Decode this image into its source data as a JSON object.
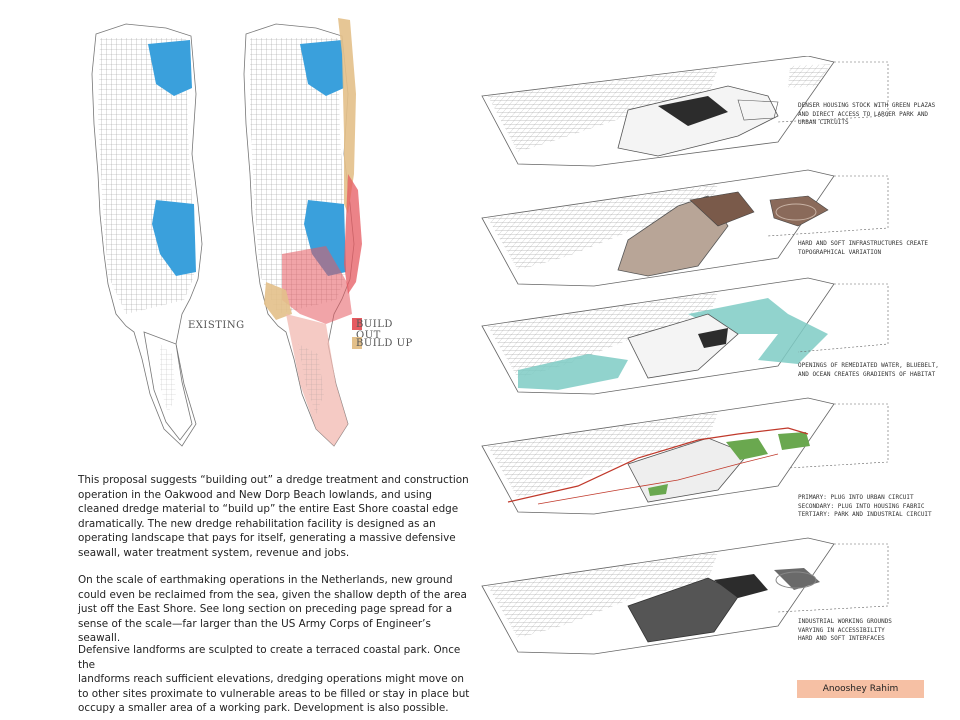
{
  "maps": {
    "existing_label": "EXISTING",
    "legend": [
      {
        "label": "BUILD OUT",
        "color": "#e65a60"
      },
      {
        "label": "BUILD UP",
        "color": "#e3c08a"
      }
    ],
    "colors": {
      "water": "#3aa0dc",
      "fabric": "#9a9a9a",
      "outline": "#777777"
    }
  },
  "body": {
    "paragraphs": [
      [
        "This proposal suggests “building out” a dredge treatment and construction",
        "operation in the Oakwood and New Dorp Beach lowlands, and using",
        "cleaned dredge material to “build up” the entire East Shore coastal edge",
        "dramatically. The new dredge rehabilitation facility is designed as an",
        "operating landscape that pays for itself, generating a massive defensive",
        "seawall, water treatment system, revenue and jobs."
      ],
      [
        "On the scale of earthmaking operations in the Netherlands, new ground",
        "could even be reclaimed from the sea, given the shallow depth of the area",
        "just off the East Shore. See long section on preceding page spread for a",
        "sense of the scale—far larger than the US Army Corps of Engineer’s seawall."
      ],
      [
        "Defensive landforms are sculpted to create a terraced coastal park. Once the",
        "landforms reach sufficient elevations, dredging operations might move on",
        "to other sites proximate to vulnerable areas to be filled or stay in place but",
        "occupy a smaller area of a working park. Development is also possible."
      ]
    ]
  },
  "layers": [
    {
      "label": "DENSER HOUSING STOCK WITH GREEN PLAZAS\nAND DIRECT ACCESS TO LARGER PARK AND\nURBAN CIRCUITS",
      "theme": "housing"
    },
    {
      "label": "HARD AND SOFT INFRASTRUCTURES CREATE\nTOPOGRAPHICAL VARIATION",
      "theme": "topography"
    },
    {
      "label": "OPENINGS OF REMEDIATED WATER, BLUEBELT,\nAND OCEAN CREATES GRADIENTS OF HABITAT",
      "theme": "water"
    },
    {
      "label": "PRIMARY: PLUG INTO URBAN CIRCUIT\nSECONDARY: PLUG INTO HOUSING FABRIC\nTERTIARY: PARK AND INDUSTRIAL CIRCUIT",
      "theme": "circuits"
    },
    {
      "label": "INDUSTRIAL WORKING GROUNDS\nVARYING IN ACCESSIBILITY\nHARD AND SOFT INTERFACES",
      "theme": "industrial"
    }
  ],
  "author": "Anooshey Rahim"
}
